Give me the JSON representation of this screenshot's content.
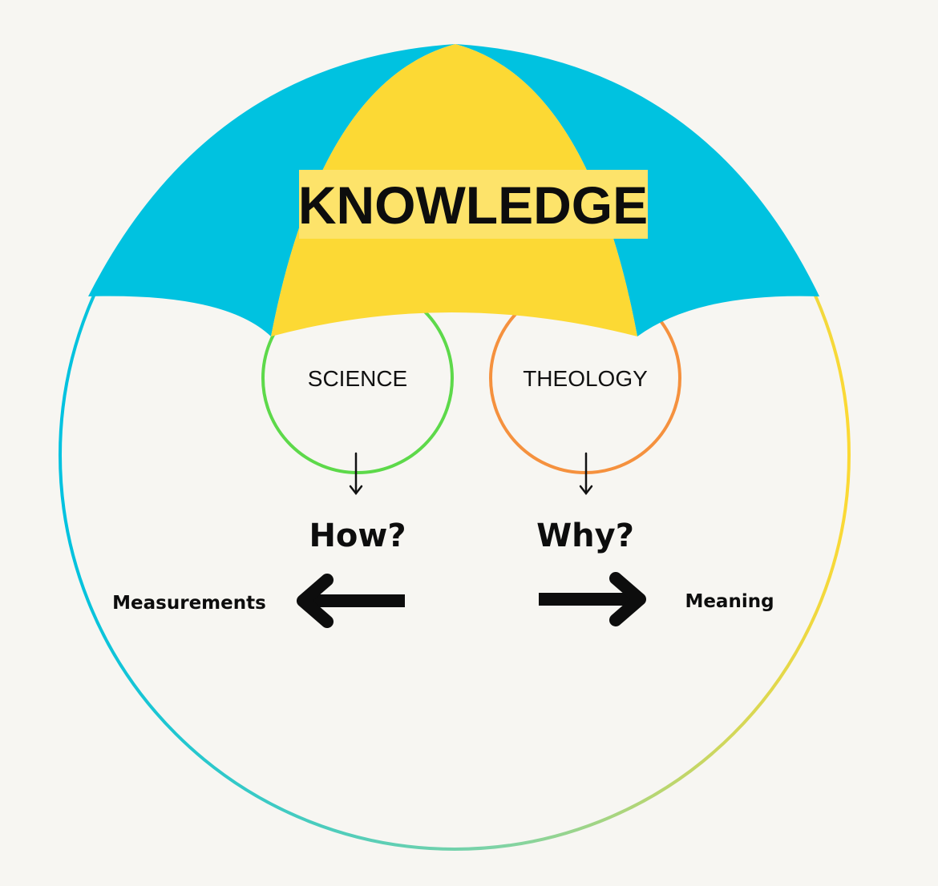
{
  "title": "KNOWLEDGE",
  "branches": [
    {
      "label": "SCIENCE",
      "question": "How?",
      "outcome": "Measurements",
      "ring_color": "#5dd94a"
    },
    {
      "label": "THEOLOGY",
      "question": "Why?",
      "outcome": "Meaning",
      "ring_color": "#f5913e"
    }
  ],
  "colors": {
    "background": "#f7f6f2",
    "umbrella_blue": "#00c2e0",
    "umbrella_yellow": "#fcd934",
    "title_highlight": "#fde36a",
    "outer_ring_start": "#00c2e0",
    "outer_ring_end": "#fcd934"
  },
  "icons": [
    "umbrella",
    "down-arrow-icon",
    "left-arrow-icon",
    "right-arrow-icon"
  ]
}
